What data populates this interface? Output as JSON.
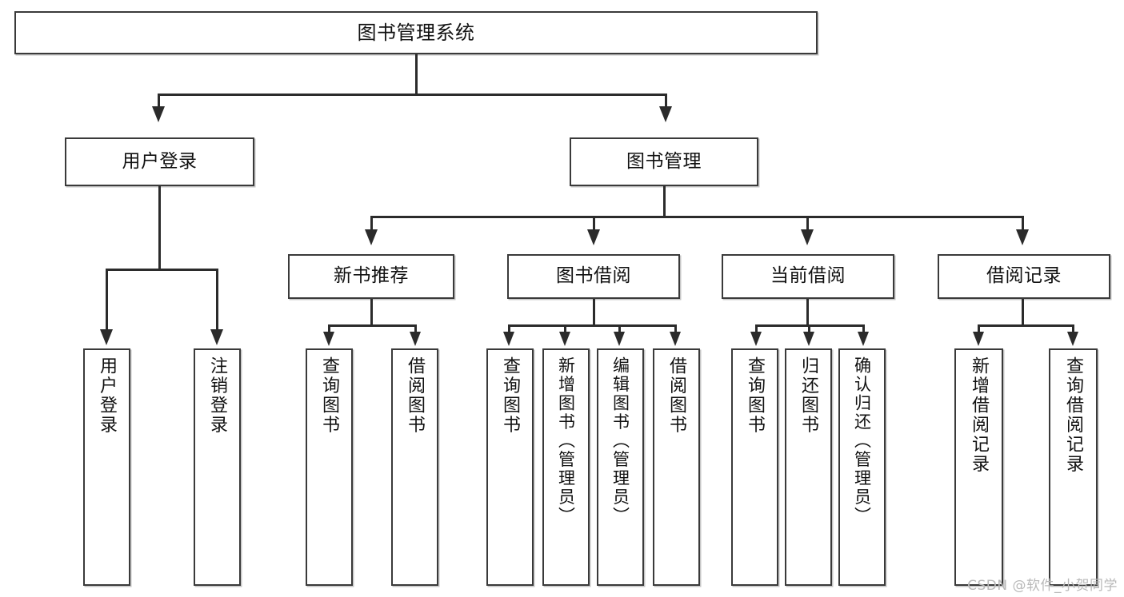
{
  "diagram": {
    "type": "hierarchy-tree",
    "title": "图书管理系统",
    "root": {
      "label": "图书管理系统"
    },
    "level2": [
      {
        "label": "用户登录"
      },
      {
        "label": "图书管理"
      }
    ],
    "level3": [
      {
        "label": "新书推荐"
      },
      {
        "label": "图书借阅"
      },
      {
        "label": "当前借阅"
      },
      {
        "label": "借阅记录"
      }
    ],
    "leaves": {
      "user_login": [
        {
          "label": "用户登录"
        },
        {
          "label": "注销登录"
        }
      ],
      "new_book_recommend": [
        {
          "label": "查询图书"
        },
        {
          "label": "借阅图书"
        }
      ],
      "book_borrow": [
        {
          "label": "查询图书"
        },
        {
          "label": "新增图书（管理员）"
        },
        {
          "label": "编辑图书（管理员）"
        },
        {
          "label": "借阅图书"
        }
      ],
      "current_borrow": [
        {
          "label": "查询图书"
        },
        {
          "label": "归还图书"
        },
        {
          "label": "确认归还（管理员）"
        }
      ],
      "borrow_record": [
        {
          "label": "新增借阅记录"
        },
        {
          "label": "查询借阅记录"
        }
      ]
    }
  },
  "watermark": {
    "text": "CSDN @软件_小贺同学"
  },
  "colors": {
    "background": "#ffffff",
    "box_border": "#3a3a3a",
    "line": "#2b2b2b",
    "text": "#111111",
    "watermark": "#b9b9b9"
  }
}
